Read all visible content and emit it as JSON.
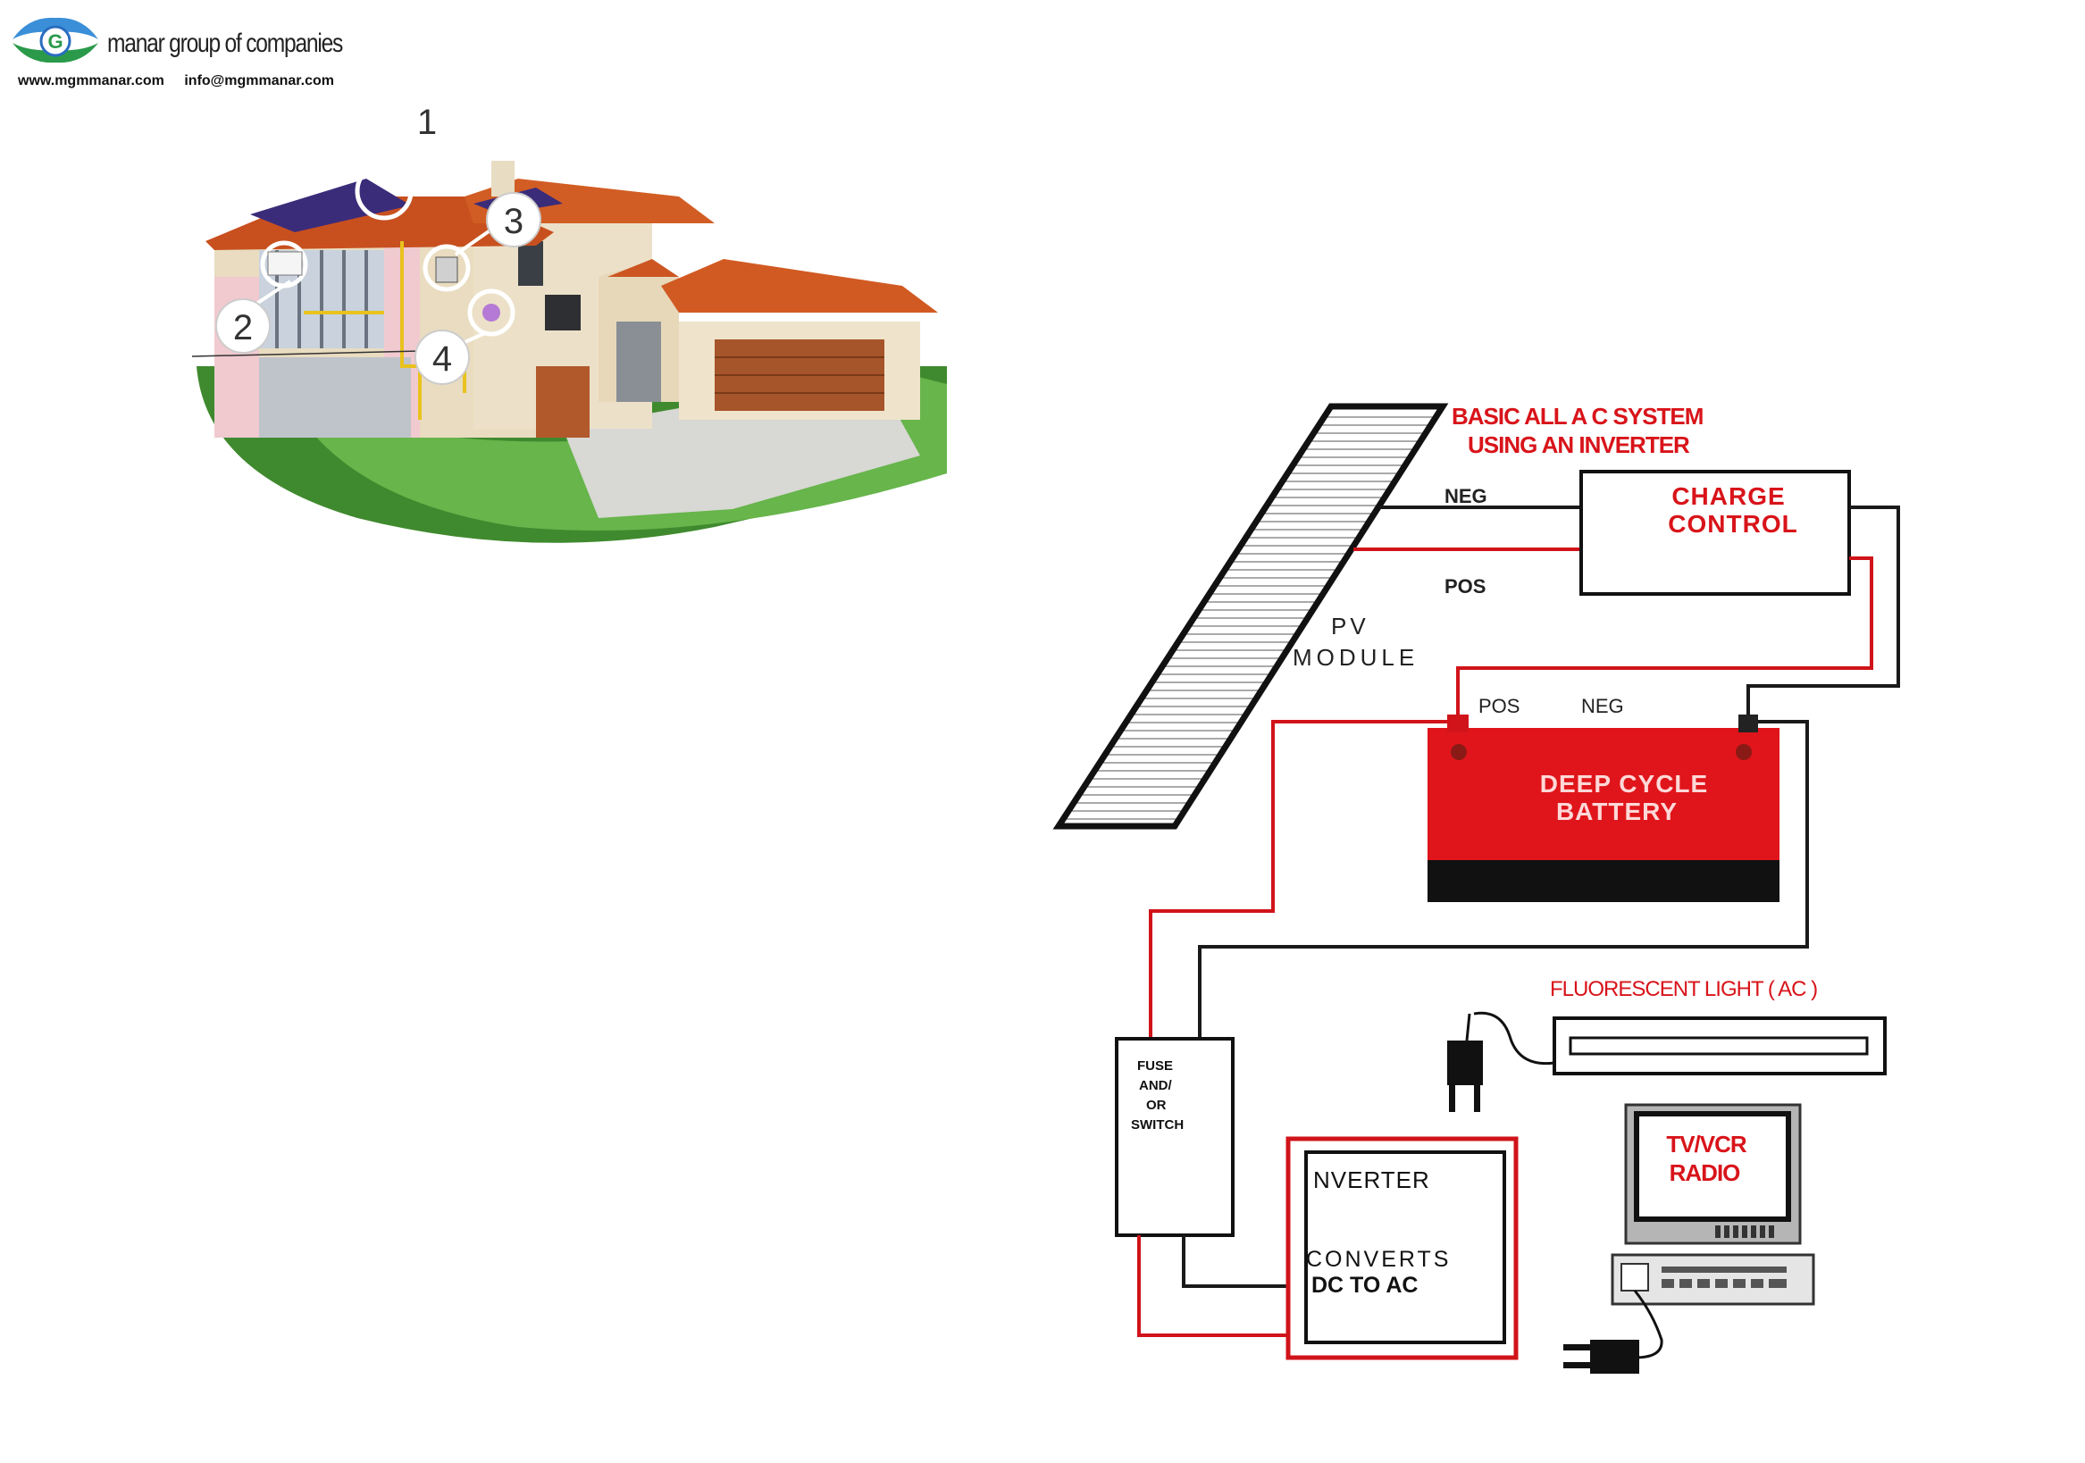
{
  "header": {
    "company": "manar group of companies",
    "website": "www.mgmmanar.com",
    "email": "info@mgmmanar.com"
  },
  "house": {
    "callouts": [
      "1",
      "2",
      "3",
      "4"
    ]
  },
  "diagram": {
    "title_line1": "BASIC ALL A C SYSTEM",
    "title_line2": "USING AN INVERTER",
    "pv_label_1": "PV",
    "pv_label_2": "MODULE",
    "charge_control_1": "CHARGE",
    "charge_control_2": "CONTROL",
    "neg_top": "NEG",
    "pos_top": "POS",
    "battery_pos": "POS",
    "battery_neg": "NEG",
    "battery_line1": "DEEP CYCLE",
    "battery_line2": "BATTERY",
    "fluorescent": "FLUORESCENT LIGHT ( AC )",
    "fuse_1": "FUSE",
    "fuse_2": "AND/",
    "fuse_3": "OR",
    "fuse_4": "SWITCH",
    "inverter_1": "NVERTER",
    "inverter_2": "CONVERTS",
    "inverter_3": "DC TO AC",
    "tv_1": "TV/VCR",
    "tv_2": "RADIO"
  },
  "colors": {
    "wire_red": "#d0141a",
    "wire_black": "#1a1a1a",
    "battery_red": "#e0151b",
    "roof": "#c8501f",
    "label_red": "#d8141a"
  }
}
